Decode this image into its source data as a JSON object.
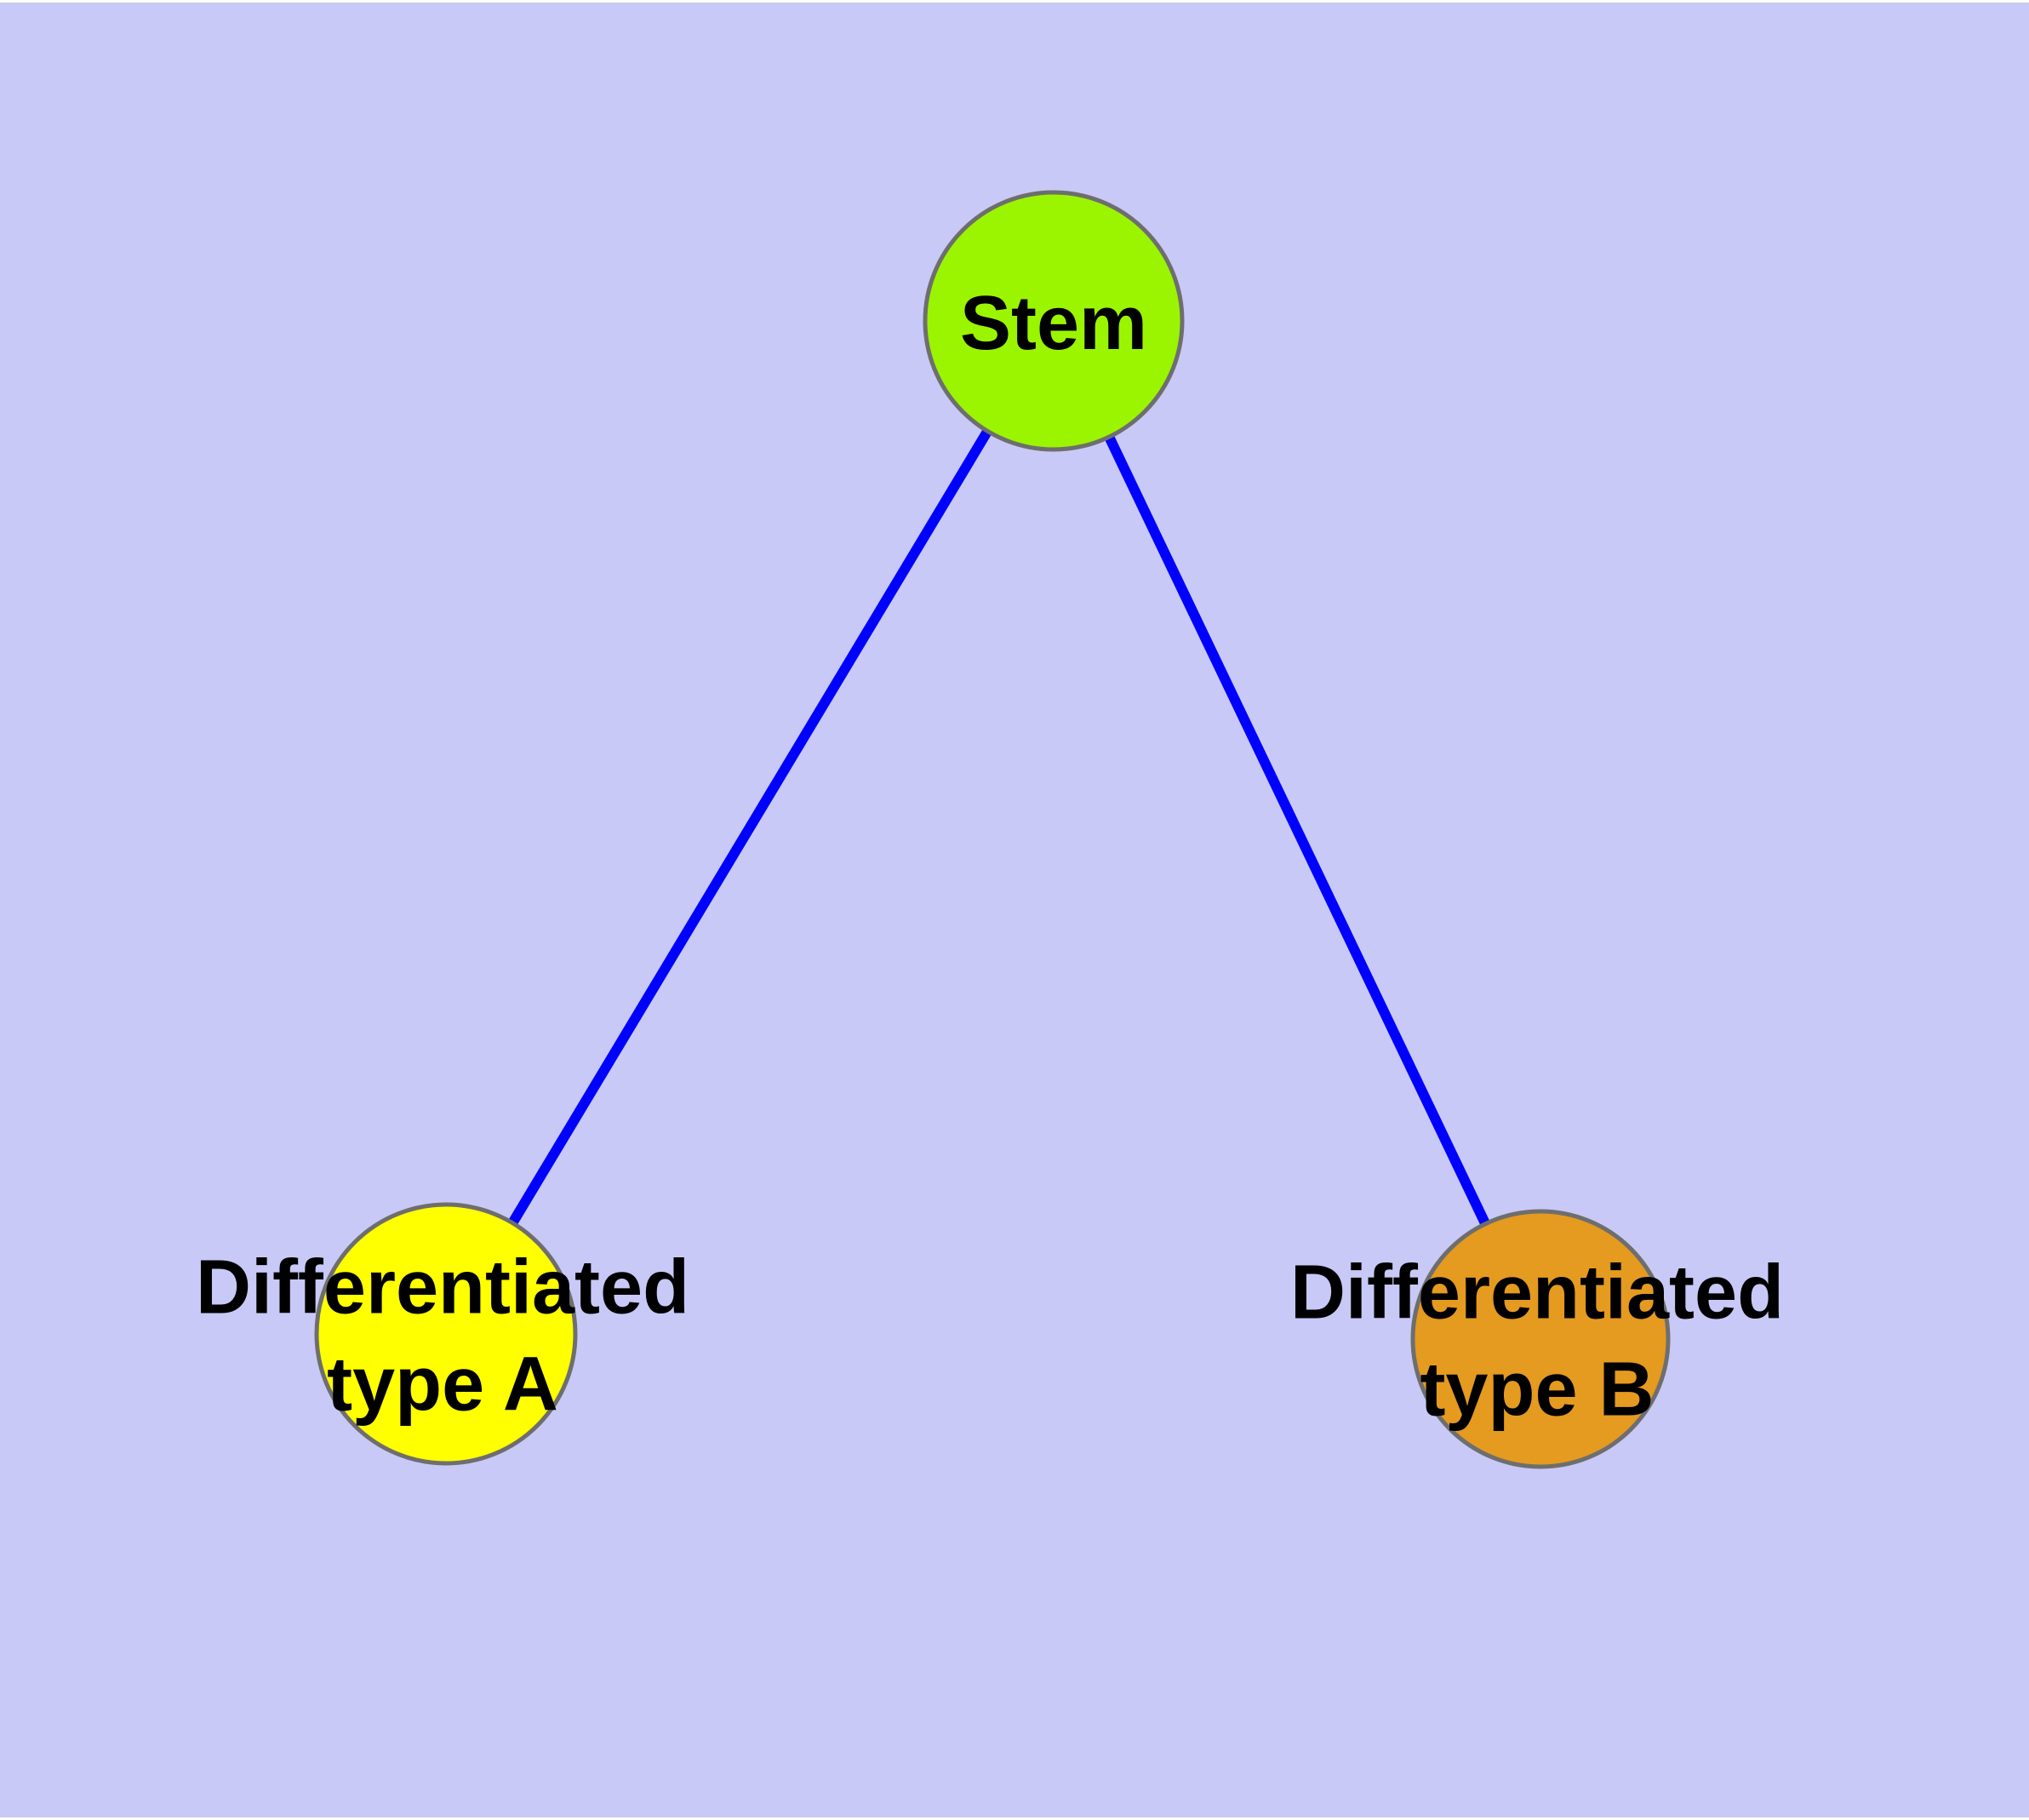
{
  "diagram": {
    "type": "node-link-graph",
    "title": "",
    "background_color": "#C9C9F7",
    "edge_color": "#0000FF",
    "node_border_color": "#6E6E6E",
    "label_color": "#000000",
    "nodes": [
      {
        "id": "stem",
        "label": "Stem",
        "fill": "#9BF500"
      },
      {
        "id": "differentiated-type-a",
        "label": "Differentiated\ntype A",
        "fill": "#FFFF00"
      },
      {
        "id": "differentiated-type-b",
        "label": "Differentiated\ntype B",
        "fill": "#E59A20"
      }
    ],
    "edges": [
      {
        "from": "Stem",
        "to": "Differentiated type A"
      },
      {
        "from": "Stem",
        "to": "Differentiated type B"
      }
    ]
  }
}
